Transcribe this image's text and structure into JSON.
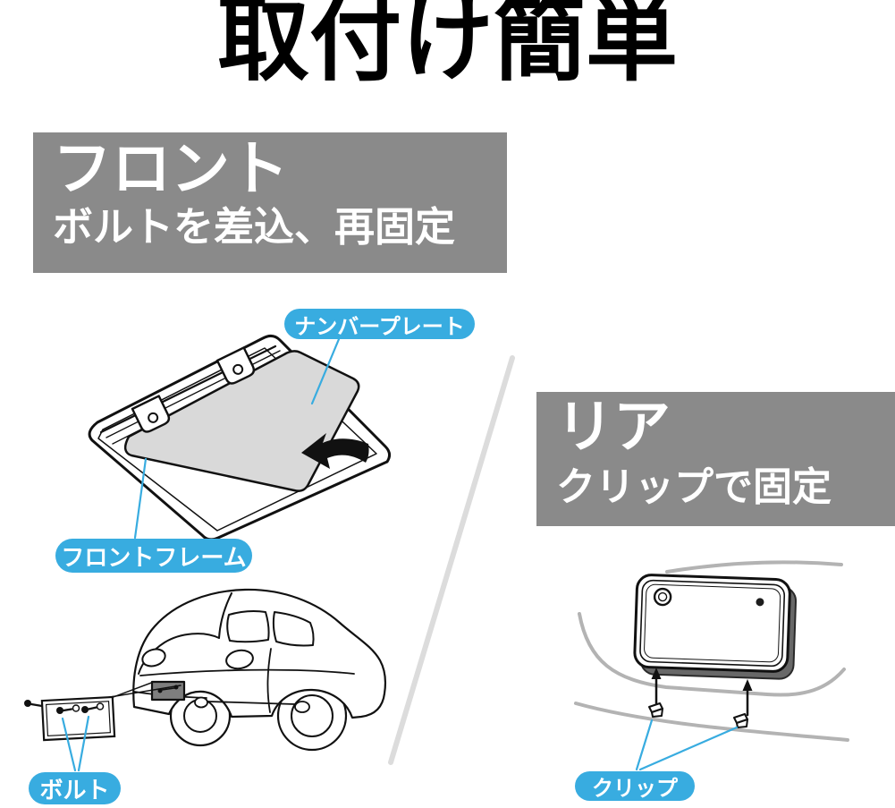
{
  "page": {
    "title": "取付け簡単"
  },
  "front_section": {
    "heading": "フロント",
    "subheading": "ボルトを差込、再固定",
    "callouts": {
      "number_plate": "ナンバープレート",
      "front_frame": "フロントフレーム",
      "bolt": "ボルト"
    }
  },
  "rear_section": {
    "heading": "リア",
    "subheading": "クリップで固定",
    "callouts": {
      "clip": "クリップ"
    }
  },
  "icons": {
    "insert_arrow": "insert-direction-arrow-icon",
    "clip_arrow_left": "clip-up-arrow-left-icon",
    "clip_arrow_right": "clip-up-arrow-right-icon"
  },
  "colors": {
    "banner_gray": "#8a8a8a",
    "callout_blue": "#38ace0",
    "plate_gray": "#d9d9d9",
    "line_black": "#111111",
    "car_body_gray": "#b3b3b3",
    "divider_gray": "#dcdcdc",
    "frame_depth_gray": "#686868"
  }
}
